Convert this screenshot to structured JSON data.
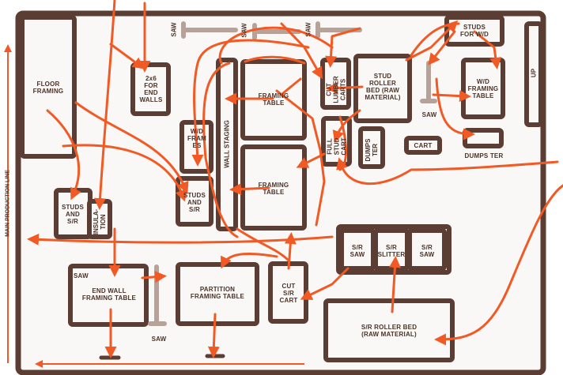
{
  "colors": {
    "wall": "#5c3d33",
    "wall_fill": "#faf8f6",
    "saw": "#b7a29a",
    "flow": "#f15a24",
    "text": "#4a3328"
  },
  "stations": {
    "floor_framing": "FLOOR\nFRAMING",
    "two_by_six": "2x6\nFOR\nEND\nWALLS",
    "wd_frames": "W/D\nFRAM\nES",
    "wall_staging": "WALL STAGING",
    "framing_table_1": "FRAMING\nTABLE",
    "framing_table_2": "FRAMING\nTABLE",
    "cut_lumber_carts": "CUT\nLUMBER\nCARTS",
    "full_stud_cart": "FULL\nSTUD\nCART",
    "stud_roller_bed": "STUD\nROLLER\nBED (RAW\nMATERIAL)",
    "dumpster_small": "DUMPS\nTER",
    "cart": "CART",
    "studs_for_wd": "STUDS\nFOR W/D",
    "wd_framing_table": "W/D\nFRAMING\nTABLE",
    "up": "UP",
    "dumpster": "DUMPS TER",
    "studs_sr_left": "STUDS\nAND\nS/R",
    "insulation": "INSULA-\nTION",
    "studs_sr_mid": "STUDS\nAND\nS/R",
    "sr_saw_1": "S/R\nSAW",
    "sr_slitter": "S/R\nSLITTER",
    "sr_saw_2": "S/R\nSAW",
    "end_wall_table": "END WALL\nFRAMING TABLE",
    "partition_table": "PARTITION\nFRAMING TABLE",
    "cut_sr_cart": "CUT\nS/R\nCART",
    "sr_roller_bed": "S/R ROLLER BED\n(RAW MATERIAL)"
  },
  "saws": {
    "saw_top_1": "SAW",
    "saw_top_2": "SAW",
    "saw_top_3": "SAW",
    "saw_right": "SAW",
    "saw_endwall": "SAW",
    "saw_bottom": "SAW"
  },
  "main_production_line": "MAIN PRODUCTION LINE"
}
